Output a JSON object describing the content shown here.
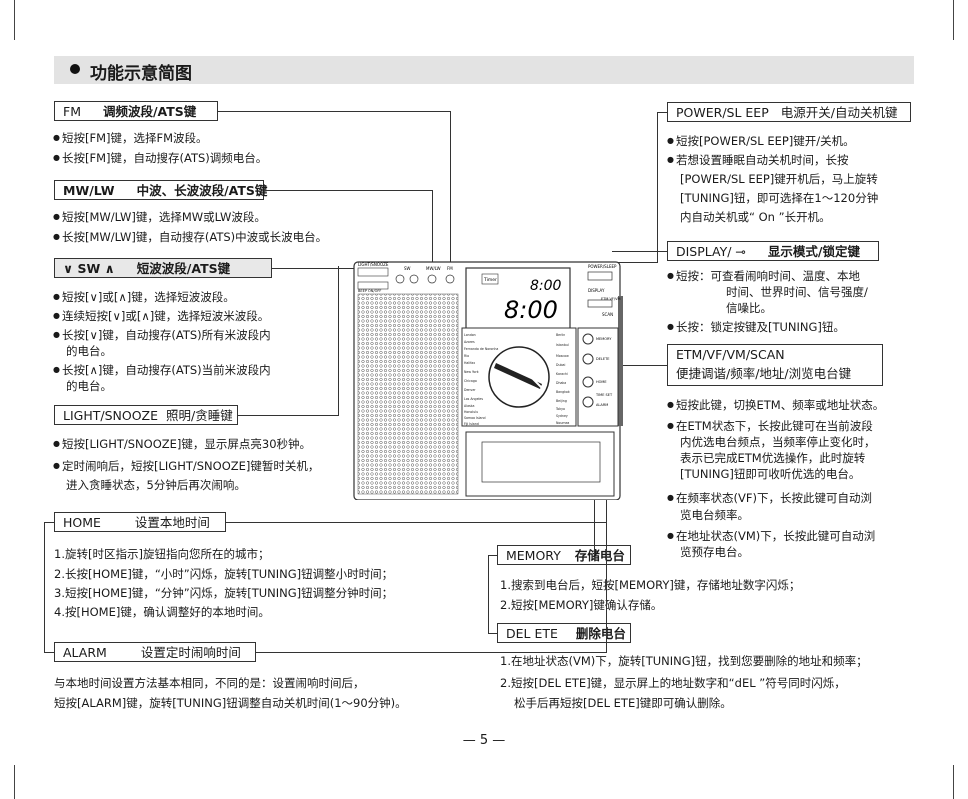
{
  "title": "功能示意简图",
  "page_number": "— 5 —",
  "fm": {
    "key": "FM",
    "name": "调频波段/ATS键",
    "lines": [
      "短按[FM]键，选择FM波段。",
      "长按[FM]键，自动搜存(ATS)调频电台。"
    ]
  },
  "mwlw": {
    "key": "MW/LW",
    "name": "中波、长波波段/ATS键",
    "lines": [
      "短按[MW/LW]键，选择MW或LW波段。",
      "长按[MW/LW]键，自动搜存(ATS)中波或长波电台。"
    ]
  },
  "sw": {
    "key": "∨ SW ∧",
    "name": "短波波段/ATS键",
    "lines": [
      "短按[∨]或[∧]键，选择短波波段。",
      "连续短按[∨]或[∧]键，选择短波米波段。",
      "长按[∨]键，自动搜存(ATS)所有米波段内",
      "的电台。",
      "长按[∧]键，自动搜存(ATS)当前米波段内",
      "的电台。"
    ]
  },
  "light": {
    "key": "LIGHT/SNOOZE",
    "name": "照明/贪睡键",
    "lines": [
      "短按[LIGHT/SNOOZE]键，显示屏点亮30秒钟。",
      "定时闹响后，短按[LIGHT/SNOOZE]键暂时关机，",
      "进入贪睡状态，5分钟后再次闹响。"
    ]
  },
  "home": {
    "key": "HOME",
    "name": "设置本地时间",
    "lines": [
      "1.旋转[时区指示]旋钮指向您所在的城市；",
      "2.长按[HOME]键，“小时”闪烁，旋转[TUNING]钮调整小时时间；",
      "3.短按[HOME]键，“分钟”闪烁，旋转[TUNING]钮调整分钟时间；",
      "4.按[HOME]键，确认调整好的本地时间。"
    ]
  },
  "alarm": {
    "key": "ALARM",
    "name": "设置定时闹响时间",
    "lines": [
      "与本地时间设置方法基本相同，不同的是：设置闹响时间后，",
      "短按[ALARM]键，旋转[TUNING]钮调整自动关机时间(1～90分钟)。"
    ]
  },
  "power": {
    "key": "POWER/SL EEP",
    "name": "电源开关/自动关机键",
    "lines": [
      "短按[POWER/SL EEP]键开/关机。",
      "若想设置睡眠自动关机时间，长按",
      "[POWER/SL EEP]键开机后，马上旋转",
      "[TUNING]钮，即可选择在1～120分钟",
      "内自动关机或“ On ”长开机。"
    ]
  },
  "display": {
    "key": "DISPLAY/ ⊸",
    "name": "显示模式/锁定键",
    "lines": [
      "短按：可查看闹响时间、温度、本地",
      "时间、世界时间、信号强度/",
      "信噪比。",
      "长按：锁定按键及[TUNING]钮。"
    ]
  },
  "etm": {
    "key": "ETM/VF/VM/SCAN",
    "name": "便捷调谐/频率/地址/浏览电台键",
    "lines": [
      "短按此键，切换ETM、频率或地址状态。",
      "在ETM状态下，长按此键可在当前波段",
      "内优选电台频点，当频率停止变化时，",
      "表示已完成ETM优选操作，此时旋转",
      "[TUNING]钮即可收听优选的电台。",
      "在频率状态(VF)下，长按此键可自动浏",
      "览电台频率。",
      "在地址状态(VM)下，长按此键可自动浏",
      "览预存电台。"
    ]
  },
  "memory": {
    "key": "MEMORY",
    "name": "存储电台",
    "lines": [
      "1.搜索到电台后，短按[MEMORY]键，存储地址数字闪烁；",
      "2.短按[MEMORY]键确认存储。"
    ]
  },
  "delete": {
    "key": "DEL ETE",
    "name": "删除电台",
    "lines": [
      "1.在地址状态(VM)下，旋转[TUNING]钮，找到您要删除的地址和频率；",
      "2.短按[DEL ETE]键，显示屏上的地址数字和“dEL ”符号同时闪烁，",
      "松手后再短按[DEL ETE]键即可确认删除。"
    ]
  },
  "radio": {
    "display_top": "8:00",
    "display_main": "8:00",
    "timer": "Timer",
    "cities_left": [
      "London",
      "Azores",
      "Fernando de Noronha",
      "Rio",
      "Halifax",
      "New York",
      "Chicago",
      "Denver",
      "Los Angeles",
      "Alaska",
      "Honolulu",
      "Samoa Island",
      "Fiji Island"
    ],
    "cities_right": [
      "Berlin",
      "Istanbul",
      "Moscow",
      "Dubai",
      "Karachi",
      "Dhaka",
      "Bangkok",
      "Beijing",
      "Tokyo",
      "Sydney",
      "Noumea"
    ],
    "labels": [
      "LIGHT/SNOOZE",
      "BEEP ON/OFF",
      "SW",
      "MW/LW",
      "FM",
      "POWER/SLEEP",
      "DISPLAY",
      "ETM VF/VM",
      "SCAN",
      "MEMORY",
      "DELETE",
      "HOME",
      "TIME SET",
      "ALARM"
    ]
  }
}
